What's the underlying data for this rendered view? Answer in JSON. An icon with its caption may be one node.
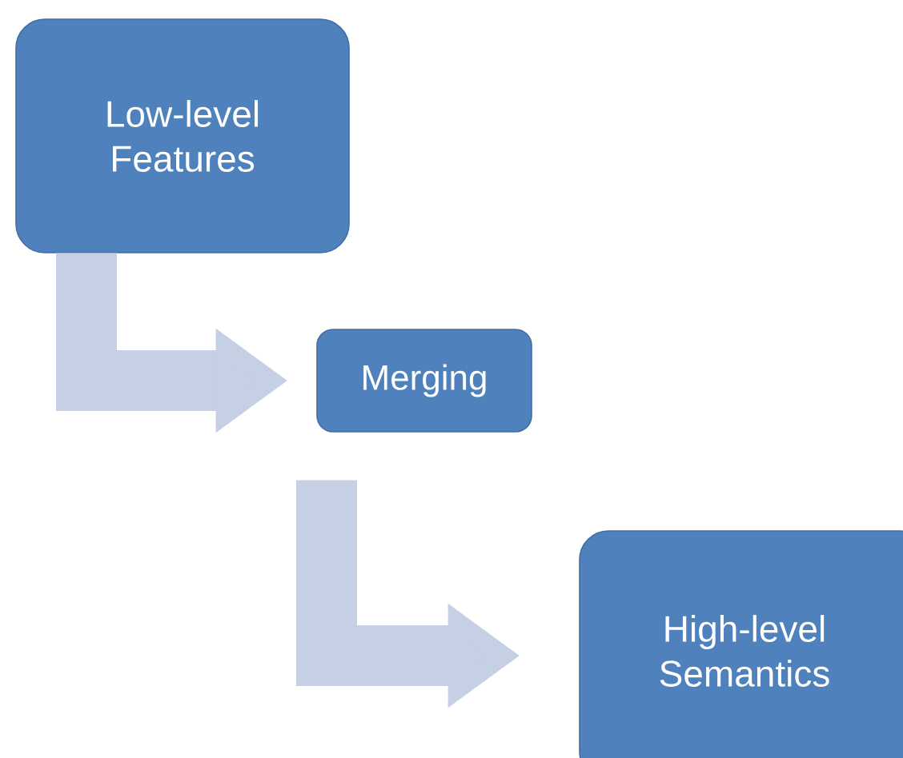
{
  "diagram": {
    "nodes": [
      {
        "text": [
          "Low-level Features"
        ]
      },
      {
        "text": [
          "Merging"
        ]
      },
      {
        "text": [
          "High-level Semantics"
        ]
      }
    ],
    "edges": [
      {
        "from": 0,
        "to": 1,
        "arrow": "to"
      },
      {
        "from": 1,
        "to": 2,
        "arrow": "to"
      }
    ]
  }
}
